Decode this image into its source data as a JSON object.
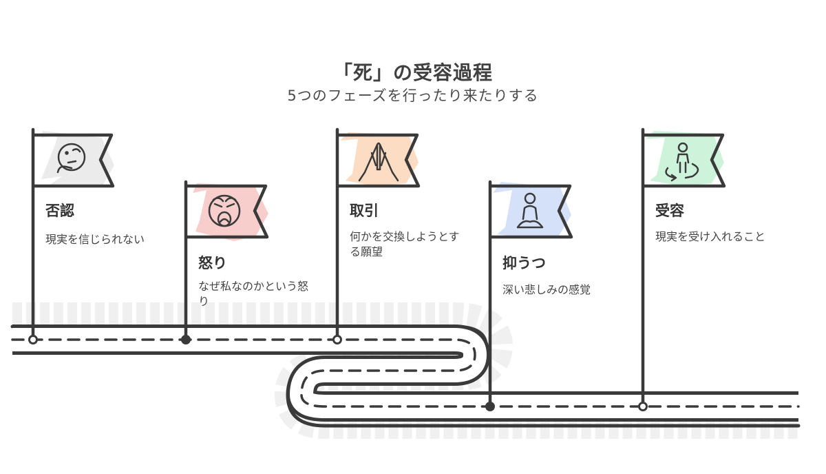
{
  "title": "「死」の受容過程",
  "subtitle": "5つのフェーズを行ったり来たりする",
  "phases": [
    {
      "title": "否認",
      "description": "現実を信じられない",
      "icon": "thinking-face-icon",
      "color": "#e8e8e8"
    },
    {
      "title": "怒り",
      "description": "なぜ私なのかという怒り",
      "icon": "angry-face-icon",
      "color": "#f7c5c3"
    },
    {
      "title": "取引",
      "description": "何かを交換しようとする願望",
      "icon": "praying-hands-icon",
      "color": "#fbd6b8"
    },
    {
      "title": "抑うつ",
      "description": "深い悲しみの感覚",
      "icon": "meditating-person-icon",
      "color": "#cddcf7"
    },
    {
      "title": "受容",
      "description": "現実を受け入れること",
      "icon": "person-cycle-icon",
      "color": "#c4f2d4"
    }
  ]
}
